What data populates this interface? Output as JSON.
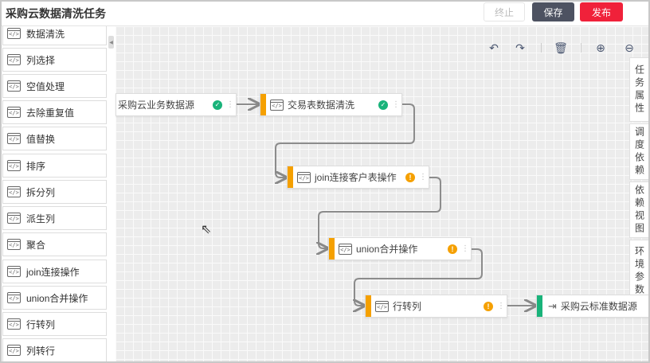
{
  "header": {
    "title": "采购云数据清洗任务",
    "stop": "终止",
    "save": "保存",
    "publish": "发布"
  },
  "sidebar": {
    "items": [
      "数据清洗",
      "列选择",
      "空值处理",
      "去除重复值",
      "值替换",
      "排序",
      "拆分列",
      "派生列",
      "聚合",
      "join连接操作",
      "union合并操作",
      "行转列",
      "列转行"
    ]
  },
  "toolbar": [
    "undo-icon",
    "redo-icon",
    "delete-icon",
    "zoom-in-icon",
    "zoom-out-icon"
  ],
  "right_tabs": [
    "任务属性",
    "调度依赖",
    "依赖视图",
    "环境参数"
  ],
  "nodes": [
    {
      "label": "采购云业务数据源",
      "status": "success"
    },
    {
      "label": "交易表数据清洗",
      "status": "success"
    },
    {
      "label": "join连接客户表操作",
      "status": "warning"
    },
    {
      "label": "union合并操作",
      "status": "warning"
    },
    {
      "label": "行转列",
      "status": "warning"
    },
    {
      "label": "采购云标准数据源",
      "status": ""
    }
  ],
  "colors": {
    "process": "#f5a000",
    "output": "#19b37a",
    "publish": "#f0213a",
    "save": "#4d5261"
  }
}
